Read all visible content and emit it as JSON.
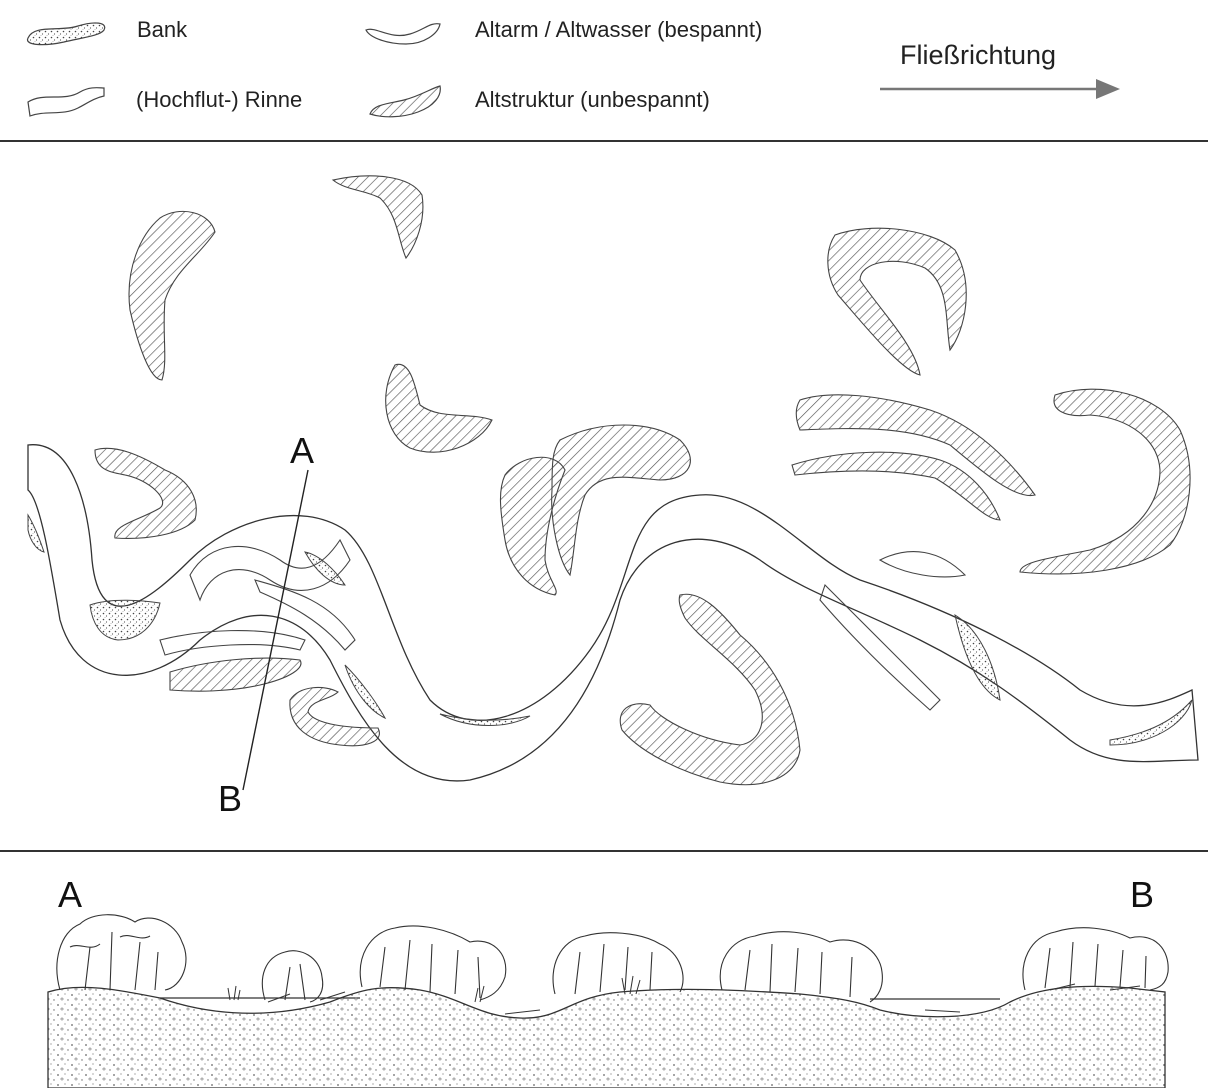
{
  "legend": {
    "items": [
      {
        "label": "Bank",
        "icon": "bank-swatch-icon"
      },
      {
        "label": "Altarm / Altwasser (bespannt)",
        "icon": "oxbow-water-swatch-icon"
      },
      {
        "label": "(Hochflut-) Rinne",
        "icon": "flood-channel-swatch-icon"
      },
      {
        "label": "Altstruktur (unbespannt)",
        "icon": "old-structure-swatch-icon"
      }
    ],
    "flow_label": "Fließrichtung",
    "flow_icon": "arrow-right-icon"
  },
  "map": {
    "section_start": "A",
    "section_end": "B"
  },
  "cross_section": {
    "label_left": "A",
    "label_right": "B"
  },
  "colors": {
    "line": "#333333",
    "hatch": "#555555",
    "arrow": "#777777",
    "rule": "#333333"
  }
}
